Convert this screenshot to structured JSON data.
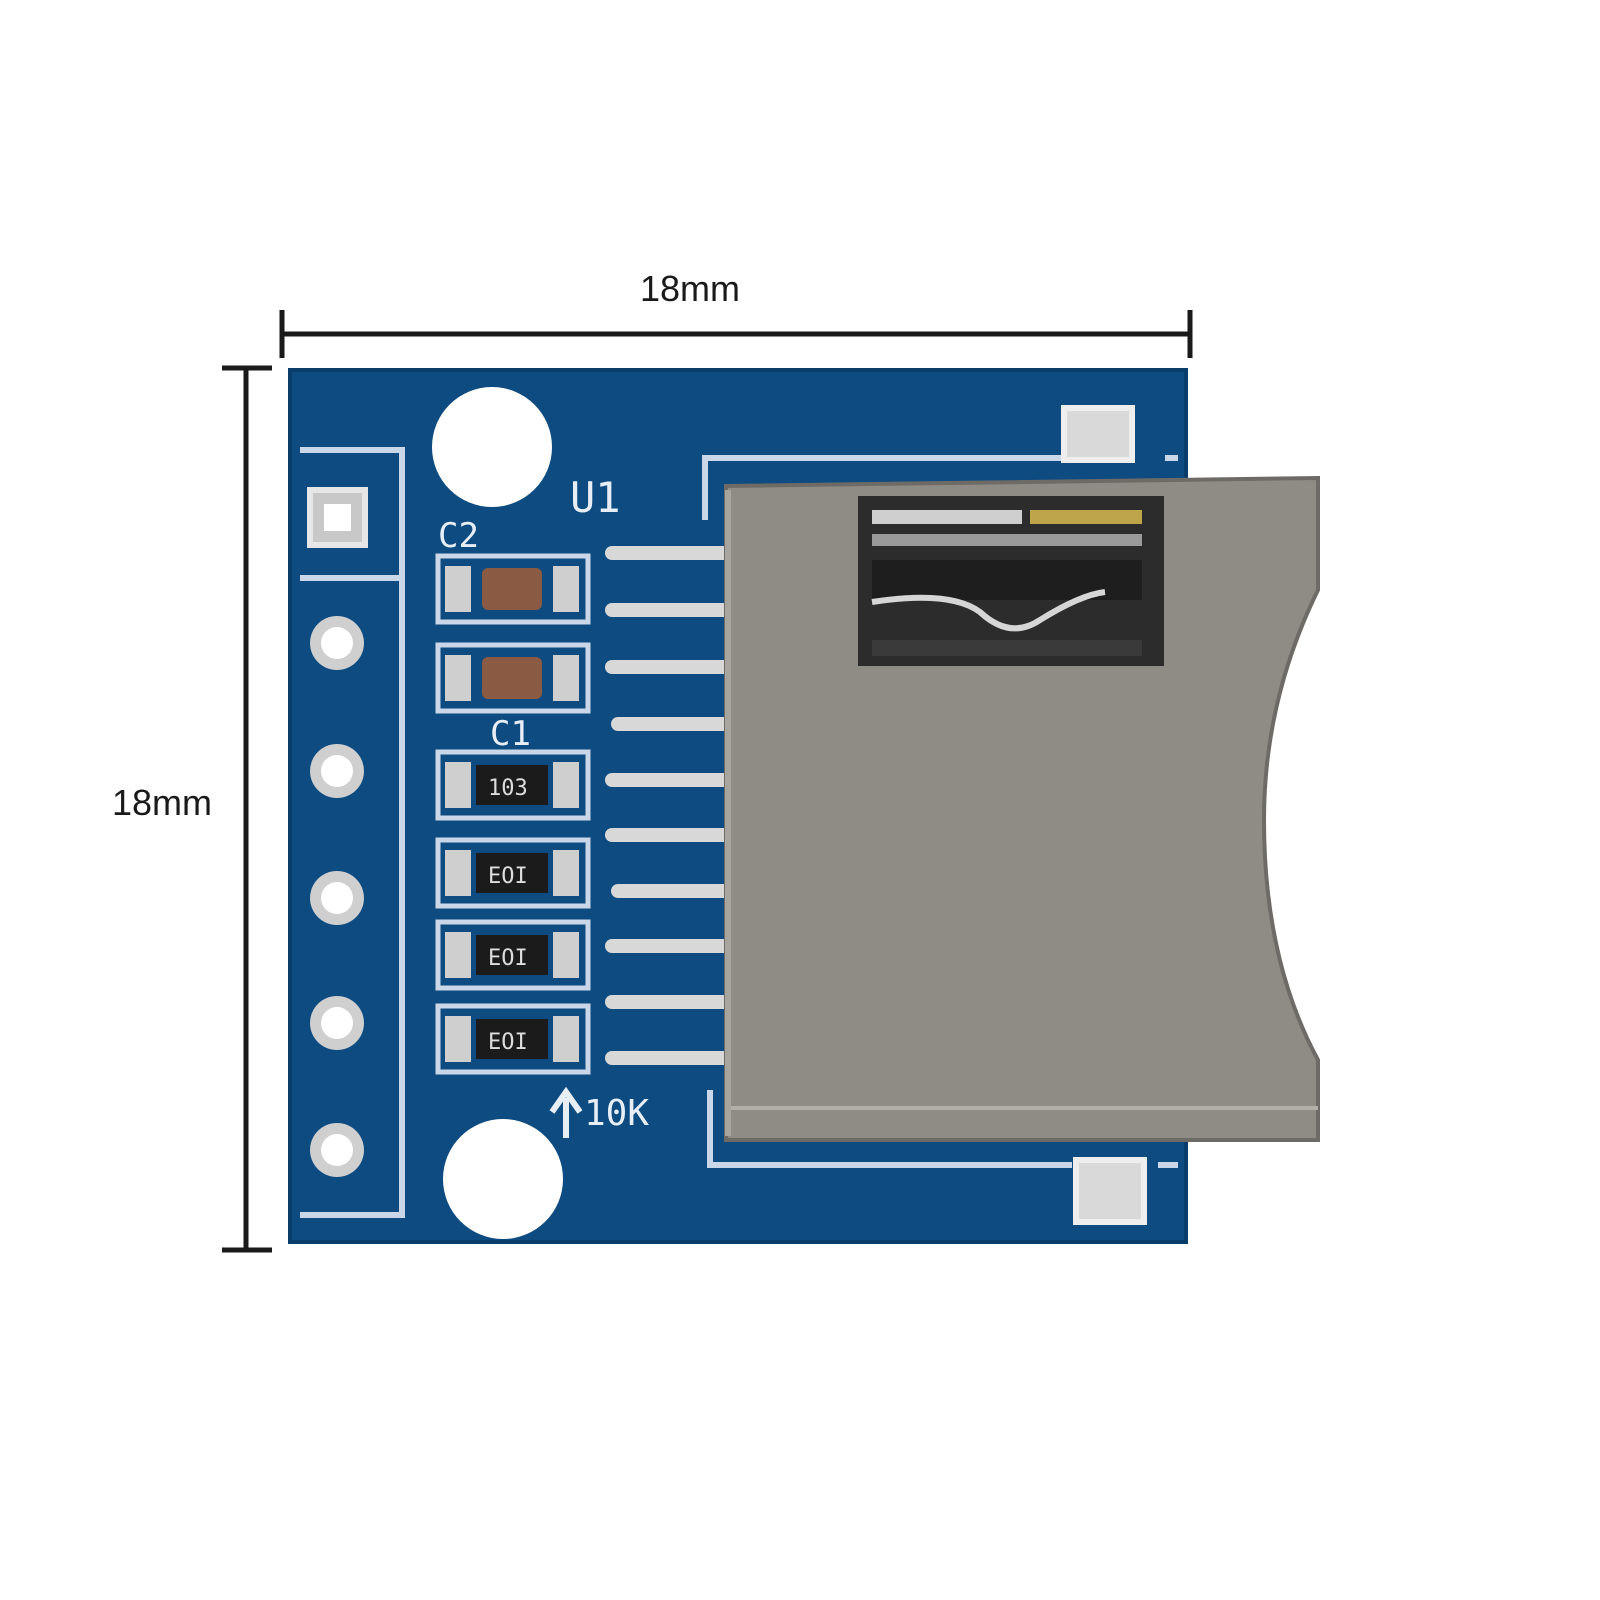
{
  "dimensions": {
    "width_label": "18mm",
    "height_label": "18mm"
  },
  "silkscreen": {
    "u1": "U1",
    "c2": "C2",
    "c1": "C1",
    "r_code": "103",
    "r_code_alt": "EOI",
    "r_value": "10K"
  },
  "colors": {
    "pcb": "#0d4b80",
    "metal_shield": "#8f8c85",
    "silkscreen": "#e8eef6"
  }
}
